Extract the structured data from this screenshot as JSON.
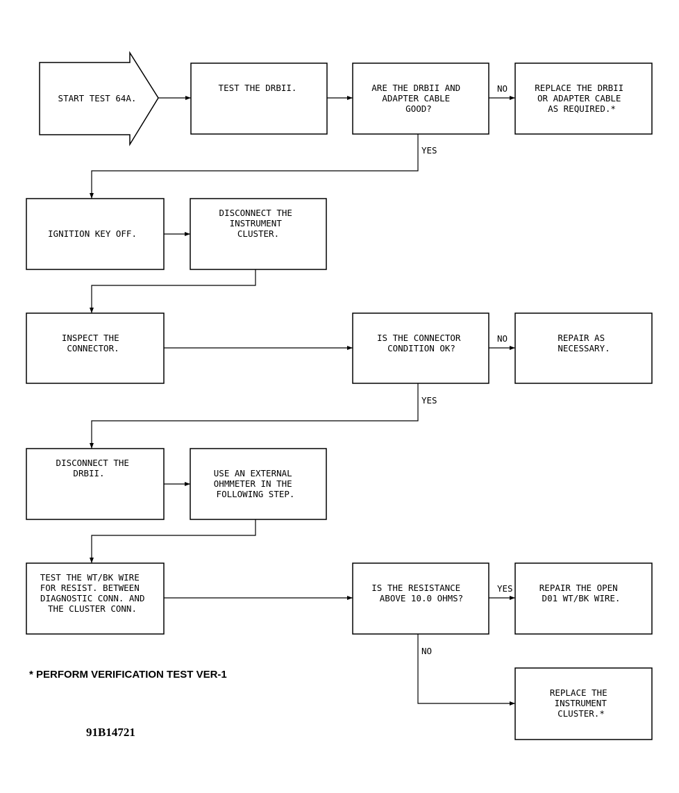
{
  "boxes": {
    "start": [
      "START TEST 64A."
    ],
    "test_drbii": [
      "TEST THE DRBII."
    ],
    "q_drbii_good": [
      "ARE THE DRBII AND",
      "ADAPTER CABLE",
      "GOOD?"
    ],
    "replace_drbii": [
      "REPLACE THE DRBII",
      "OR ADAPTER CABLE",
      "AS REQUIRED.*"
    ],
    "ignition_off": [
      "IGNITION KEY OFF."
    ],
    "disconnect_cluster": [
      "DISCONNECT THE",
      "INSTRUMENT",
      "CLUSTER."
    ],
    "inspect_connector": [
      "INSPECT THE",
      "CONNECTOR."
    ],
    "q_connector_ok": [
      "IS THE CONNECTOR",
      "CONDITION OK?"
    ],
    "repair_necessary": [
      "REPAIR AS",
      "NECESSARY."
    ],
    "disconnect_drbii": [
      "DISCONNECT THE",
      "DRBII."
    ],
    "use_ohmmeter": [
      "USE AN EXTERNAL",
      "OHMMETER IN THE",
      "FOLLOWING STEP."
    ],
    "test_wire": [
      "TEST THE WT/BK WIRE",
      "FOR RESIST. BETWEEN",
      "DIAGNOSTIC CONN. AND",
      "THE CLUSTER CONN."
    ],
    "q_resistance": [
      "IS THE RESISTANCE",
      "ABOVE 10.0 OHMS?"
    ],
    "repair_open": [
      "REPAIR THE OPEN",
      "D01 WT/BK WIRE."
    ],
    "replace_cluster": [
      "REPLACE THE",
      "INSTRUMENT",
      "CLUSTER.*"
    ]
  },
  "edge_labels": {
    "no_1": "NO",
    "yes_1": "YES",
    "no_2": "NO",
    "yes_2": "YES",
    "yes_3": "YES",
    "no_3": "NO"
  },
  "footnote": "* PERFORM VERIFICATION TEST VER-1",
  "figure_id": "91B14721"
}
